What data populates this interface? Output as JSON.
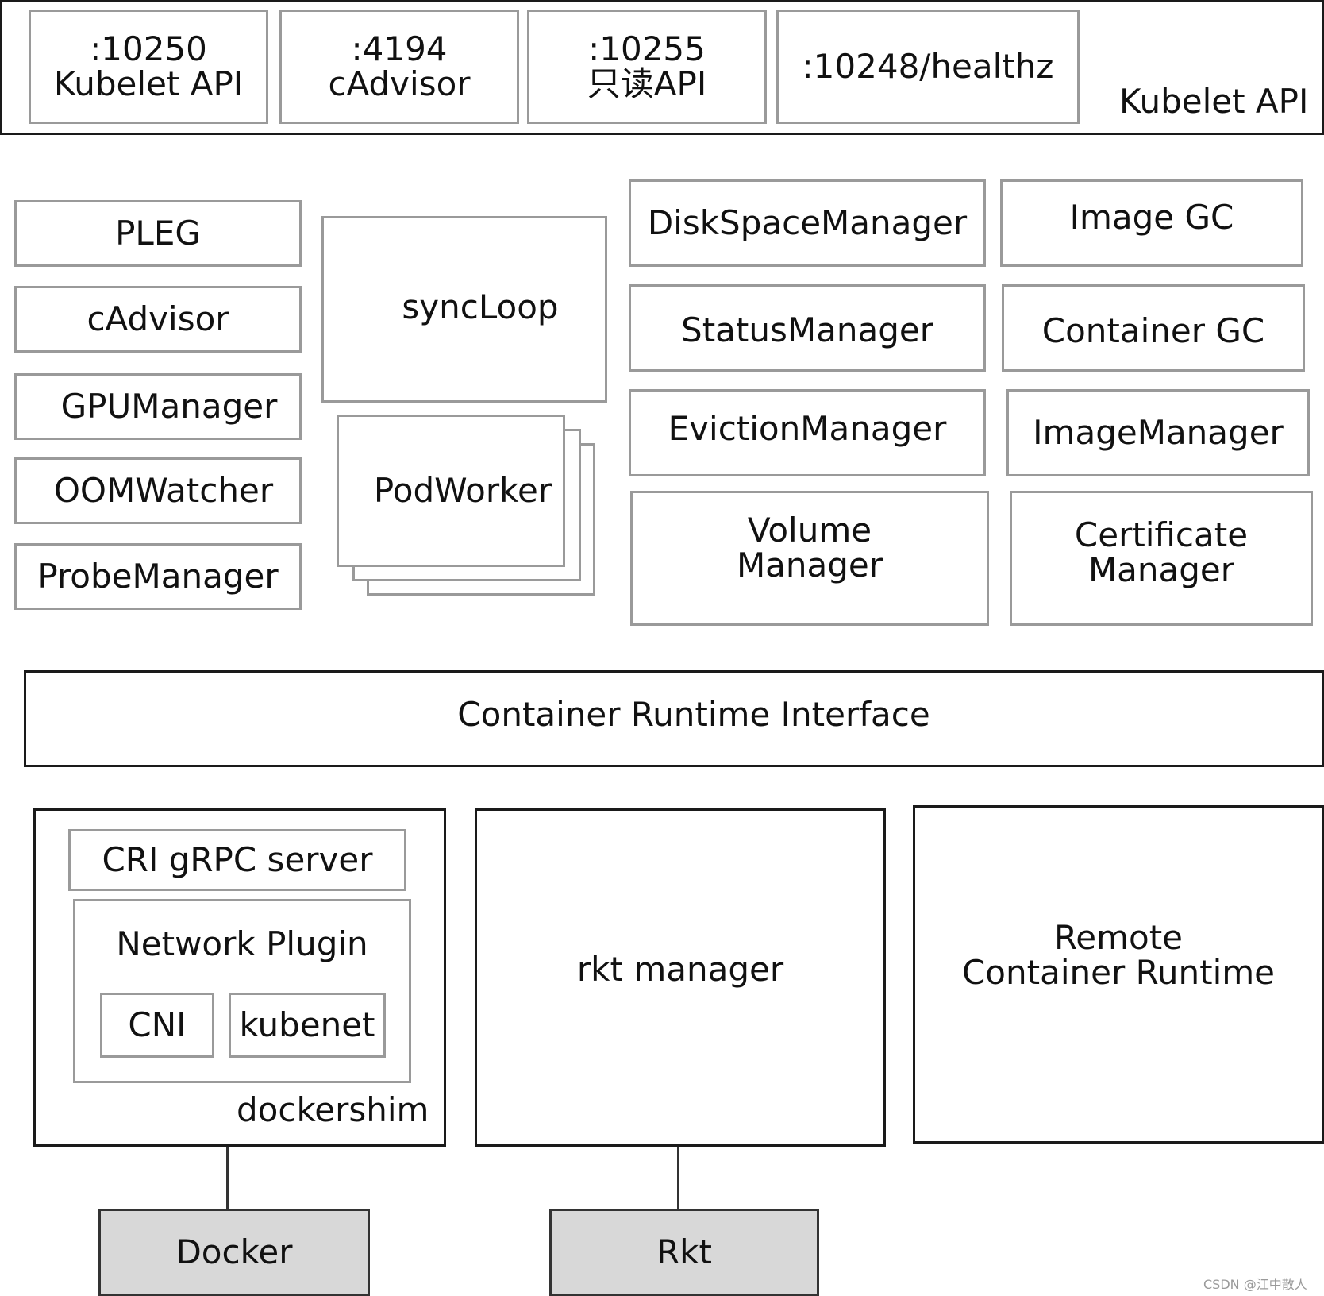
{
  "kubelet_api": {
    "label": "Kubelet API",
    "ports": [
      {
        "line1": ":10250",
        "line2": "Kubelet API"
      },
      {
        "line1": ":4194",
        "line2": "cAdvisor"
      },
      {
        "line1": ":10255",
        "line2": "只读API"
      },
      {
        "line1": ":10248/healthz"
      }
    ]
  },
  "left_components": [
    "PLEG",
    "cAdvisor",
    "GPUManager",
    "OOMWatcher",
    "ProbeManager"
  ],
  "sync_loop": "syncLoop",
  "pod_worker": "PodWorker",
  "managers": {
    "disk_space": "DiskSpaceManager",
    "image_gc": "Image GC",
    "status": "StatusManager",
    "container_gc": "Container GC",
    "eviction": "EvictionManager",
    "image_manager": "ImageManager",
    "volume": {
      "line1": "Volume",
      "line2": "Manager"
    },
    "certificate": {
      "line1": "Certificate",
      "line2": "Manager"
    }
  },
  "cri": "Container Runtime Interface",
  "dockershim": {
    "label": "dockershim",
    "grpc": "CRI gRPC server",
    "network_plugin": "Network Plugin",
    "cni": "CNI",
    "kubenet": "kubenet"
  },
  "rkt_manager": "rkt manager",
  "remote_runtime": {
    "line1": "Remote",
    "line2": "Container Runtime"
  },
  "runtimes": {
    "docker": "Docker",
    "rkt": "Rkt"
  },
  "credit": "CSDN @江中散人"
}
